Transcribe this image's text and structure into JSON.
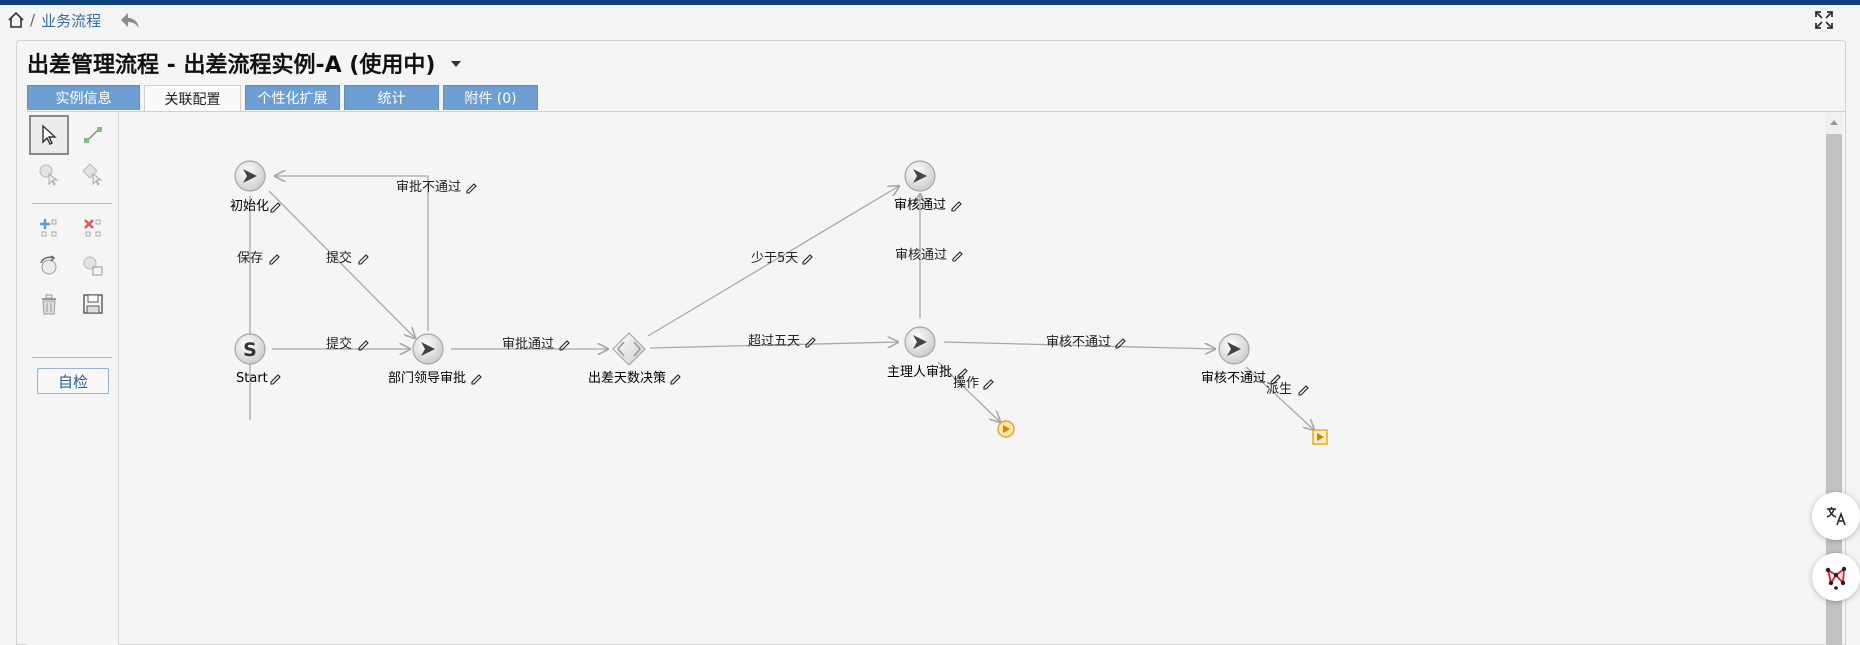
{
  "breadcrumb": {
    "sep": "/",
    "link": "业务流程"
  },
  "title": "出差管理流程 - 出差流程实例-A (使用中)",
  "tabs": [
    {
      "label": "实例信息",
      "active": false
    },
    {
      "label": "关联配置",
      "active": true
    },
    {
      "label": "个性化扩展",
      "active": false
    },
    {
      "label": "统计",
      "active": false
    },
    {
      "label": "附件 (0)",
      "active": false
    }
  ],
  "toolbox": {
    "self_check": "自检"
  },
  "colors": {
    "topbar": "#0d3f78",
    "tab": "#6d9fd2",
    "link": "#3b6ea5",
    "edge": "#a9a9a9",
    "sub_process": "#f0a020"
  },
  "diagram": {
    "nodes": [
      {
        "id": "init",
        "type": "task",
        "label": "初始化"
      },
      {
        "id": "start",
        "type": "start",
        "label": "Start",
        "symbol": "S"
      },
      {
        "id": "dept",
        "type": "task",
        "label": "部门领导审批"
      },
      {
        "id": "decide",
        "type": "gateway",
        "label": "出差天数决策"
      },
      {
        "id": "approved",
        "type": "task",
        "label": "审核通过"
      },
      {
        "id": "mgr",
        "type": "task",
        "label": "主理人审批"
      },
      {
        "id": "rejected",
        "type": "task",
        "label": "审核不通过"
      },
      {
        "id": "op",
        "type": "subprocess",
        "label": ""
      },
      {
        "id": "derived",
        "type": "subprocess",
        "label": ""
      }
    ],
    "edges": [
      {
        "id": "save",
        "from": "start",
        "to": "init",
        "label": "保存"
      },
      {
        "id": "submit1",
        "from": "init",
        "to": "dept",
        "label": "提交"
      },
      {
        "id": "reject1",
        "from": "dept",
        "to": "init",
        "label": "审批不通过"
      },
      {
        "id": "submit2",
        "from": "start",
        "to": "dept",
        "label": "提交"
      },
      {
        "id": "pass1",
        "from": "dept",
        "to": "decide",
        "label": "审批通过"
      },
      {
        "id": "lt5",
        "from": "decide",
        "to": "approved",
        "label": "少于5天"
      },
      {
        "id": "gt5",
        "from": "decide",
        "to": "mgr",
        "label": "超过五天"
      },
      {
        "id": "pass2",
        "from": "mgr",
        "to": "approved",
        "label": "审核通过"
      },
      {
        "id": "reject2",
        "from": "mgr",
        "to": "rejected",
        "label": "审核不通过"
      },
      {
        "id": "operate",
        "from": "mgr",
        "to": "op",
        "label": "操作"
      },
      {
        "id": "derive",
        "from": "rejected",
        "to": "derived",
        "label": "派生"
      }
    ]
  }
}
